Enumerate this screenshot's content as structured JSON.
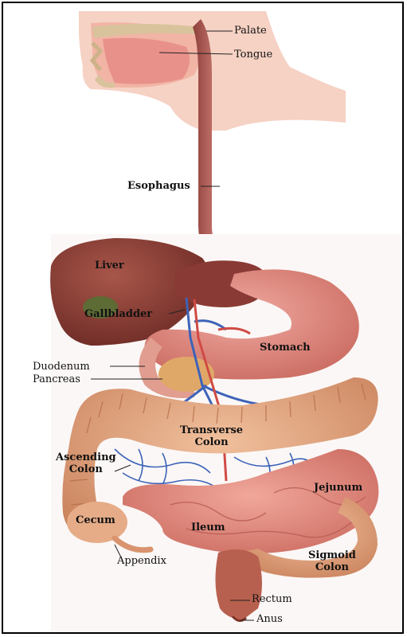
{
  "figure": {
    "labels": {
      "palate": "Palate",
      "tongue": "Tongue",
      "esophagus": "Esophagus",
      "liver": "Liver",
      "gallbladder": "Gallbladder",
      "stomach": "Stomach",
      "duodenum": "Duodenum",
      "pancreas": "Pancreas",
      "transverse_colon_1": "Transverse",
      "transverse_colon_2": "Colon",
      "ascending_colon_1": "Ascending",
      "ascending_colon_2": "Colon",
      "jejunum": "Jejunum",
      "cecum": "Cecum",
      "ileum": "Ileum",
      "appendix": "Appendix",
      "sigmoid_colon_1": "Sigmoid",
      "sigmoid_colon_2": "Colon",
      "rectum": "Rectum",
      "anus": "Anus"
    },
    "colors": {
      "skin": "#f3c9b8",
      "organ_pink": "#e08f86",
      "liver": "#8a3c34",
      "intestine": "#e3a47e",
      "vessel_blue": "#3d63b8",
      "label_line": "#222222"
    }
  }
}
